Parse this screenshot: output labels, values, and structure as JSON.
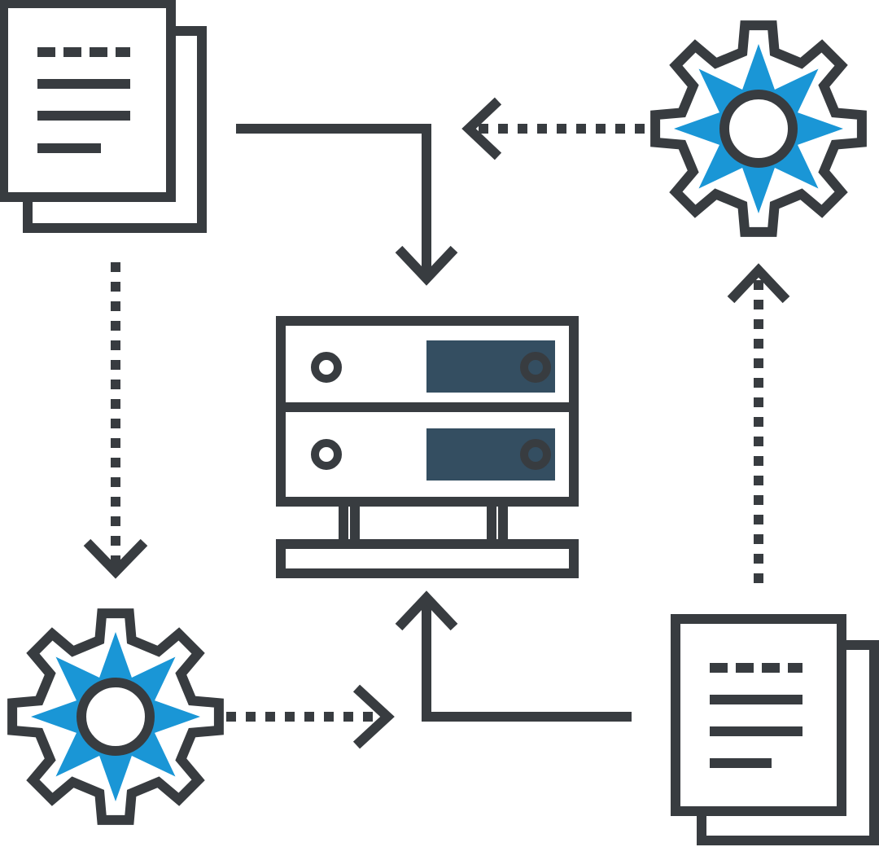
{
  "diagram": {
    "kind": "icon-flow-diagram",
    "nodes": [
      {
        "id": "doc_top_left",
        "icon": "document-stack-icon"
      },
      {
        "id": "gear_top_right",
        "icon": "gear-icon"
      },
      {
        "id": "server_center",
        "icon": "server-icon"
      },
      {
        "id": "gear_bottom_left",
        "icon": "gear-icon"
      },
      {
        "id": "doc_bottom_right",
        "icon": "document-stack-icon"
      }
    ],
    "edges": [
      {
        "from": "doc_top_left",
        "to": "server_center",
        "style": "solid"
      },
      {
        "from": "gear_top_right",
        "to": "server_center",
        "style": "dotted"
      },
      {
        "from": "doc_top_left",
        "to": "gear_bottom_left",
        "style": "dotted"
      },
      {
        "from": "gear_bottom_left",
        "to": "server_center",
        "style": "dotted"
      },
      {
        "from": "doc_bottom_right",
        "to": "server_center",
        "style": "solid"
      },
      {
        "from": "doc_bottom_right",
        "to": "gear_top_right",
        "style": "dotted"
      }
    ]
  },
  "colors": {
    "stroke": "#383c40",
    "accent": "#1a96d6",
    "panel": "#344e61",
    "background": "#ffffff"
  }
}
